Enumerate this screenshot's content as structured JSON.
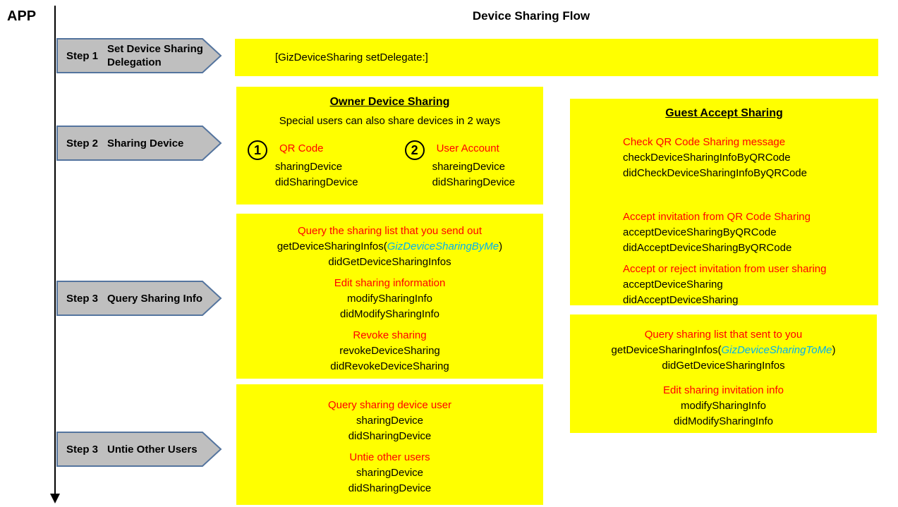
{
  "header": {
    "app_label": "APP",
    "title": "Device Sharing Flow"
  },
  "colors": {
    "box_fill": "#ffff00",
    "heading_red": "#ff0000",
    "param_blue": "#00b0f0",
    "arrow_fill": "#bfbfbf",
    "arrow_border": "#54749e"
  },
  "step_arrows": [
    {
      "step": "Step 1",
      "label": "Set  Device Sharing\nDelegation"
    },
    {
      "step": "Step 2",
      "label": "Sharing Device"
    },
    {
      "step": "Step 3",
      "label": "Query Sharing Info"
    },
    {
      "step": "Step 3",
      "label": "Untie Other Users"
    }
  ],
  "delegate_box": {
    "text": "[GizDeviceSharing setDelegate:]"
  },
  "owner_box": {
    "title": "Owner Device Sharing",
    "subtitle": "Special users can also share devices in 2 ways",
    "options": [
      {
        "number": "1",
        "label": "QR Code",
        "methods": [
          "sharingDevice",
          "didSharingDevice"
        ]
      },
      {
        "number": "2",
        "label": "User Account",
        "methods": [
          "shareingDevice",
          "didSharingDevice"
        ]
      }
    ]
  },
  "query_box": {
    "sections": [
      {
        "heading": "Query the sharing list that you send out",
        "call": {
          "prefix": "getDeviceSharingInfos(",
          "param": "GizDeviceSharingByMe",
          "suffix": ")"
        },
        "callback": "didGetDeviceSharingInfos"
      },
      {
        "heading": "Edit sharing information",
        "methods": [
          "modifySharingInfo",
          "didModifySharingInfo"
        ]
      },
      {
        "heading": "Revoke sharing",
        "methods": [
          "revokeDeviceSharing",
          "didRevokeDeviceSharing"
        ]
      }
    ]
  },
  "untie_box": {
    "sections": [
      {
        "heading": "Query sharing device user",
        "methods": [
          "sharingDevice",
          "didSharingDevice"
        ]
      },
      {
        "heading": "Untie other users",
        "methods": [
          "sharingDevice",
          "didSharingDevice"
        ]
      }
    ]
  },
  "guest_box": {
    "title": "Guest Accept Sharing",
    "sections": [
      {
        "heading": "Check QR Code Sharing message",
        "methods": [
          "checkDeviceSharingInfoByQRCode",
          "didCheckDeviceSharingInfoByQRCode"
        ]
      },
      {
        "heading": "Accept invitation from QR Code Sharing",
        "methods": [
          "acceptDeviceSharingByQRCode",
          "didAcceptDeviceSharingByQRCode"
        ]
      },
      {
        "heading": "Accept or reject invitation from user sharing",
        "methods": [
          "acceptDeviceSharing",
          "didAcceptDeviceSharing"
        ]
      }
    ]
  },
  "tome_box": {
    "sections": [
      {
        "heading": "Query sharing list that sent to you",
        "call": {
          "prefix": "getDeviceSharingInfos(",
          "param": "GizDeviceSharingToMe",
          "suffix": ")"
        },
        "callback": "didGetDeviceSharingInfos"
      },
      {
        "heading": "Edit sharing invitation info",
        "methods": [
          "modifySharingInfo",
          "didModifySharingInfo"
        ]
      }
    ]
  }
}
